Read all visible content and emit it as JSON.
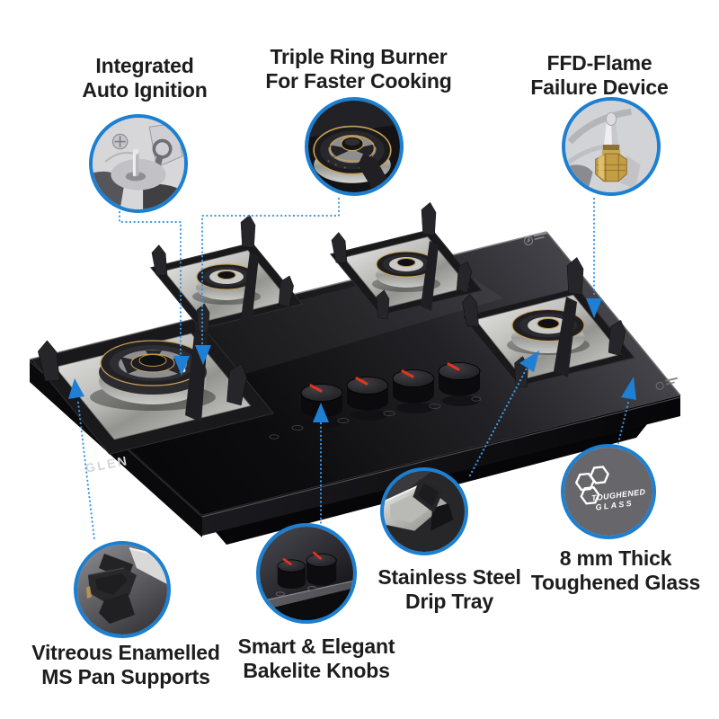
{
  "meta": {
    "background_color": "#ffffff",
    "accent_blue": "#1e7fd4",
    "dotted_line_color": "#3e97e2",
    "text_color": "#1d1d1d"
  },
  "product": {
    "brand_logo": "GLEN",
    "type": "4-burner glass gas hob",
    "burner_count": 4,
    "knob_count": 4
  },
  "callouts": [
    {
      "id": "auto-ignition",
      "label_lines": [
        "Integrated",
        "Auto Ignition"
      ]
    },
    {
      "id": "triple-ring",
      "label_lines": [
        "Triple Ring Burner",
        "For Faster Cooking"
      ]
    },
    {
      "id": "ffd",
      "label_lines": [
        "FFD-Flame",
        "Failure Device"
      ]
    },
    {
      "id": "pan-supports",
      "label_lines": [
        "Vitreous Enamelled",
        "MS Pan Supports"
      ]
    },
    {
      "id": "bakelite-knobs",
      "label_lines": [
        "Smart & Elegant",
        "Bakelite Knobs"
      ]
    },
    {
      "id": "drip-tray",
      "label_lines": [
        "Stainless Steel",
        "Drip Tray"
      ]
    },
    {
      "id": "toughened-glass",
      "label_lines": [
        "8 mm Thick",
        "Toughened Glass"
      ]
    }
  ],
  "badge": {
    "line1": "TOUGHENED",
    "line2": "GLASS"
  }
}
